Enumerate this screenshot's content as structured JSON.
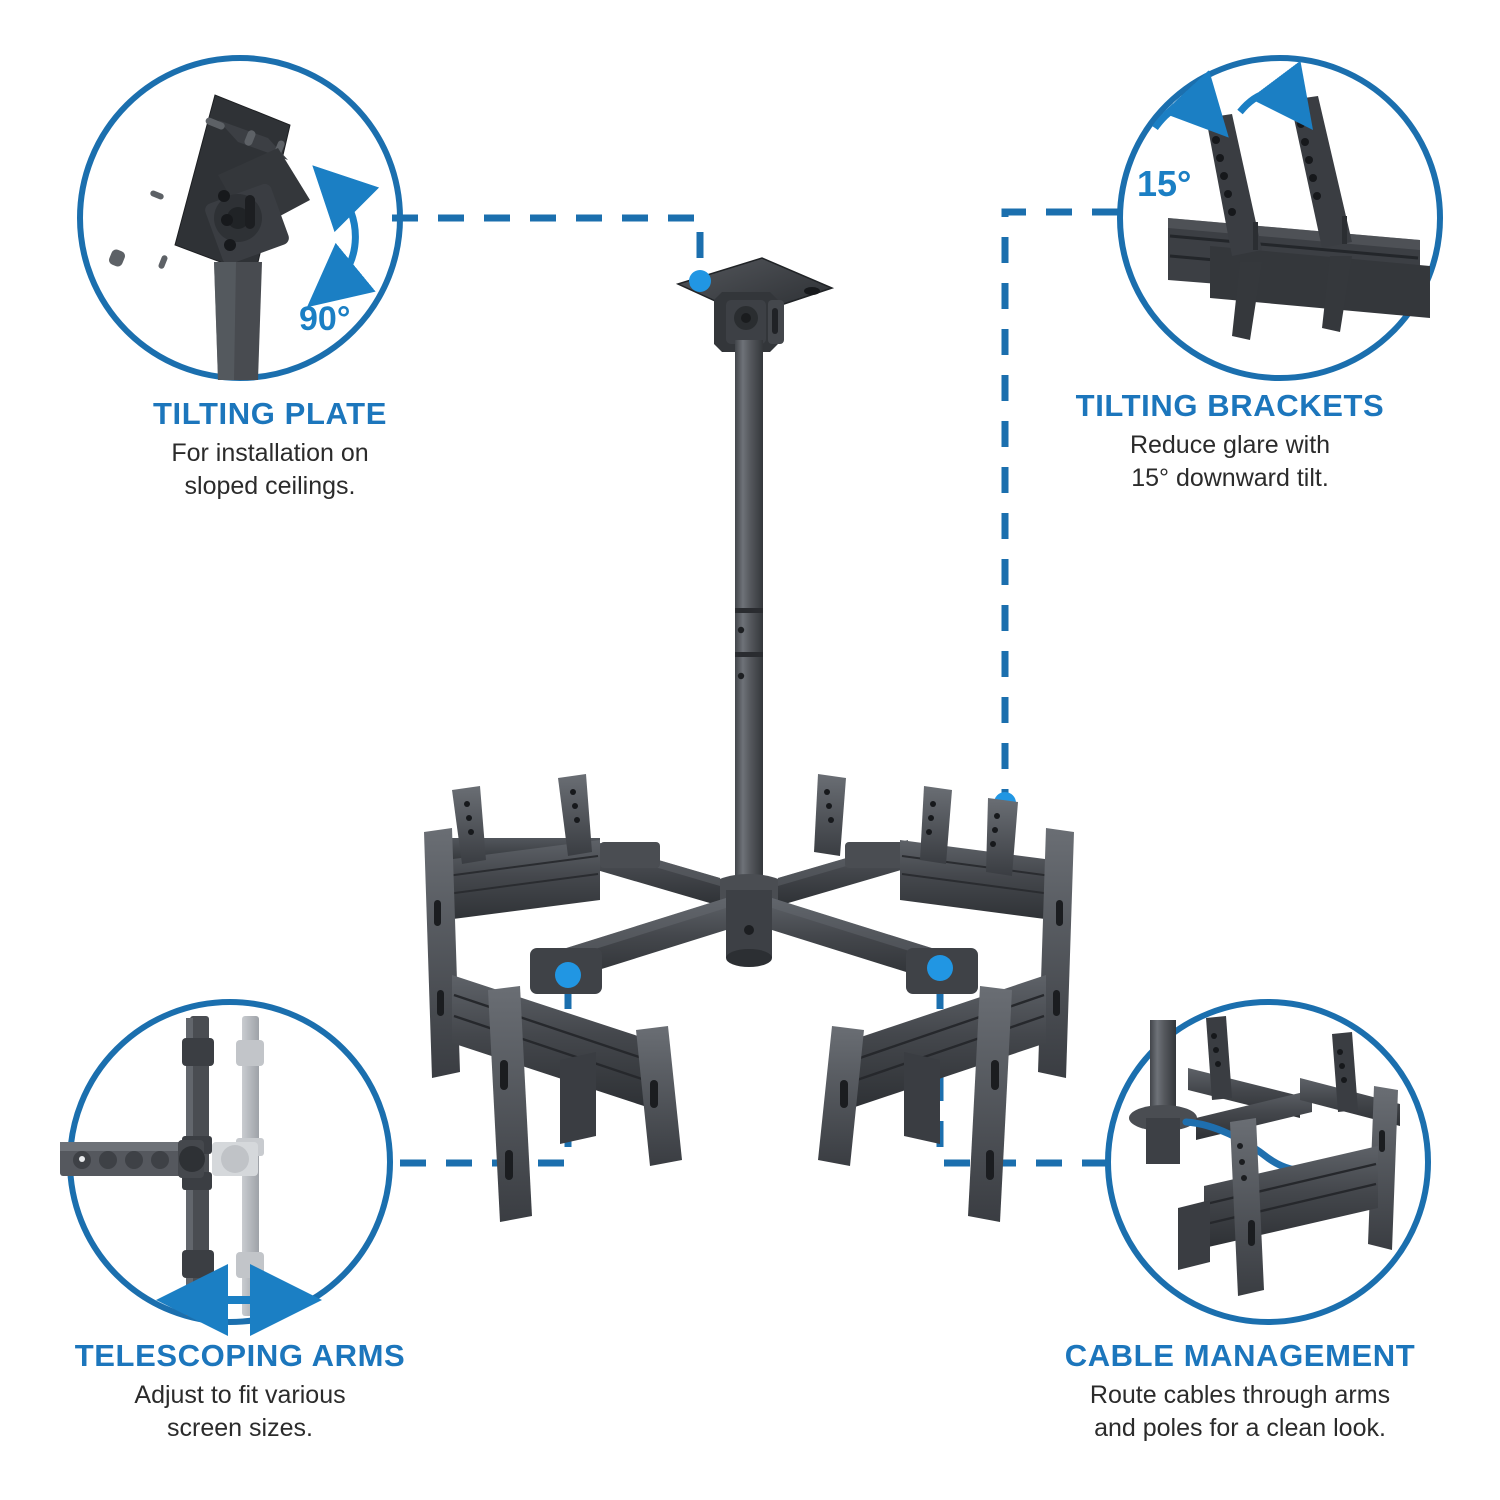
{
  "page": {
    "background_color": "#ffffff",
    "accent_blue": "#1c76bc",
    "line_blue": "#1b6fae",
    "dot_blue": "#2196e3",
    "metal_dark": "#3a3d42",
    "metal_mid": "#55585e",
    "metal_light": "#7d8289"
  },
  "product": {
    "name": "four-screen ceiling tv mount",
    "description": "Quad display ceiling mount with telescoping pole, cross arms and four tilting screen brackets"
  },
  "callouts": [
    {
      "id": "tilting-plate",
      "position": "top-left",
      "title": "TILTING PLATE",
      "desc_line1": "For installation on",
      "desc_line2": "sloped ceilings.",
      "badge": "90°",
      "icon": "rotation-arrow-icon"
    },
    {
      "id": "tilting-brackets",
      "position": "top-right",
      "title": "TILTING BRACKETS",
      "desc_line1": "Reduce glare with",
      "desc_line2": "15° downward tilt.",
      "badge": "15°",
      "icon": "tilt-arrow-icon"
    },
    {
      "id": "telescoping-arms",
      "position": "bottom-left",
      "title": "TELESCOPING ARMS",
      "desc_line1": "Adjust to fit various",
      "desc_line2": "screen sizes.",
      "badge": "",
      "icon": "double-arrow-icon"
    },
    {
      "id": "cable-management",
      "position": "bottom-right",
      "title": "CABLE MANAGEMENT",
      "desc_line1": "Route cables through arms",
      "desc_line2": "and poles for a clean look.",
      "badge": "",
      "icon": "cable-route-icon"
    }
  ]
}
